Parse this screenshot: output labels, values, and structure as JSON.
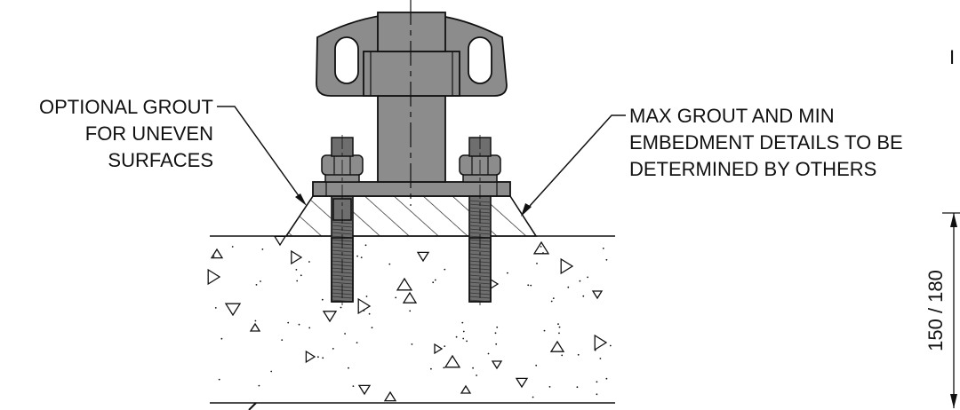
{
  "callouts": {
    "optional_grout": [
      "OPTIONAL GROUT",
      "FOR UNEVEN",
      "SURFACES"
    ],
    "max_grout": [
      "MAX GROUT AND MIN",
      "EMBEDMENT DETAILS TO BE",
      "DETERMINED BY OTHERS"
    ]
  },
  "dimension": {
    "embedment": "150 / 180"
  },
  "edge_fragment": "I",
  "colors": {
    "metal": "#8c8c8c",
    "metal_dark": "#6e6e6e",
    "metal_light": "#a3a3a3",
    "line": "#111111"
  }
}
